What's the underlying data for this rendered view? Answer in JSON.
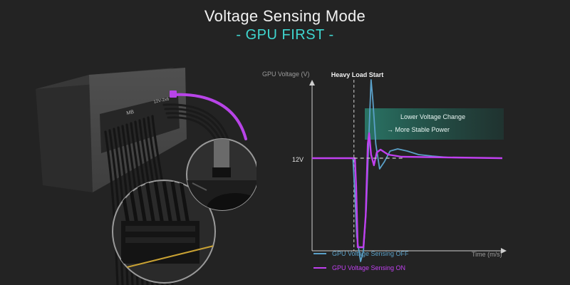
{
  "header": {
    "title": "Voltage Sensing Mode",
    "subtitle": "- GPU FIRST -"
  },
  "illustration": {
    "connector_label_mb": "MB",
    "connector_label_gpu": "12V-2x6"
  },
  "colors": {
    "background": "#232323",
    "accent": "#3fd6cf",
    "sensing_off": "#5aa0c8",
    "sensing_on": "#c040f0",
    "callout": "#2e8f7a"
  },
  "chart_data": {
    "type": "line",
    "ylabel": "GPU Voltage (V)",
    "xlabel": "Time (m/s)",
    "ytick_label": "12V",
    "ytick_value": 12,
    "ylim": [
      10,
      13
    ],
    "xlim": [
      0,
      100
    ],
    "annotation_event": {
      "label": "Heavy Load Start",
      "x": 22
    },
    "callout": {
      "line1": "Lower Voltage Change",
      "line2": "→ More Stable Power"
    },
    "legend_position": "bottom-left",
    "series": [
      {
        "name": "GPU Voltage Sensing OFF",
        "color": "#5aa0c8",
        "points": [
          [
            0,
            12
          ],
          [
            21.5,
            12
          ],
          [
            22.5,
            11.5
          ],
          [
            23.5,
            10.9
          ],
          [
            25.5,
            10.55
          ],
          [
            27,
            10.7
          ],
          [
            28.5,
            11.3
          ],
          [
            30,
            12.4
          ],
          [
            31,
            13.1
          ],
          [
            32,
            12.8
          ],
          [
            33.5,
            12.2
          ],
          [
            35.5,
            11.85
          ],
          [
            38,
            11.95
          ],
          [
            41,
            12.1
          ],
          [
            45,
            12.13
          ],
          [
            50,
            12.1
          ],
          [
            56,
            12.05
          ],
          [
            63,
            12.03
          ],
          [
            72,
            12.01
          ],
          [
            100,
            12.0
          ]
        ]
      },
      {
        "name": "GPU Voltage Sensing ON",
        "color": "#c040f0",
        "points": [
          [
            0,
            12
          ],
          [
            22.5,
            12
          ],
          [
            23.2,
            11.6
          ],
          [
            24,
            10.75
          ],
          [
            27,
            10.75
          ],
          [
            28.2,
            11.2
          ],
          [
            29.3,
            12.2
          ],
          [
            30,
            12.35
          ],
          [
            31,
            12.05
          ],
          [
            32.5,
            11.9
          ],
          [
            34,
            12.08
          ],
          [
            36,
            12.12
          ],
          [
            40,
            12.05
          ],
          [
            47,
            12.02
          ],
          [
            100,
            12.0
          ]
        ]
      },
      {
        "name": "",
        "color": "#c8c8c8",
        "dashed": true,
        "points": [
          [
            22,
            12
          ],
          [
            48,
            12
          ]
        ]
      }
    ]
  }
}
